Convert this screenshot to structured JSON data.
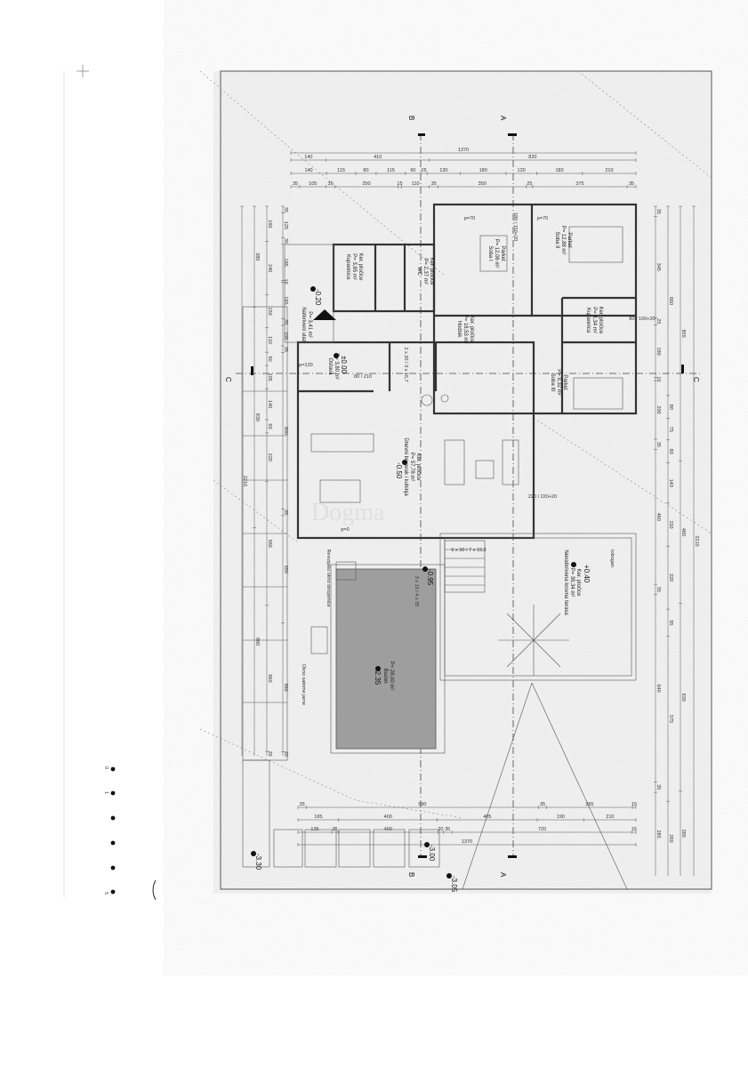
{
  "drawing": {
    "watermark": "Dogma",
    "section_marks": {
      "a": "A",
      "b": "B",
      "c": "C"
    },
    "scale_bar": [
      "0",
      "1",
      "5"
    ],
    "dims_top": [
      [
        "1370"
      ],
      [
        "140",
        "410",
        "820"
      ],
      [
        "140",
        "115",
        "80",
        "115",
        "60",
        "25",
        "130",
        "180",
        "120",
        "180",
        "210"
      ],
      [
        "35",
        "105",
        "35",
        "250",
        "15",
        "110",
        "35",
        "350",
        "25",
        "375",
        "35"
      ]
    ],
    "dims_top_values": [
      [
        1370
      ],
      [
        140,
        410,
        820
      ],
      [
        140,
        115,
        80,
        115,
        60,
        25,
        130,
        180,
        120,
        180,
        210
      ],
      [
        35,
        105,
        35,
        250,
        15,
        110,
        35,
        350,
        25,
        375,
        35
      ]
    ],
    "dims_bottom": [
      [
        "35",
        "990",
        "35",
        "365",
        "15"
      ],
      [
        "165",
        "400",
        "405",
        "190",
        "210"
      ],
      [
        "135",
        "25",
        "400",
        "20",
        "35",
        "720",
        "15"
      ],
      [
        "1370"
      ]
    ],
    "dims_bottom_values": [
      [
        35,
        990,
        35,
        365,
        15
      ],
      [
        165,
        400,
        405,
        190,
        210
      ],
      [
        135,
        25,
        400,
        20,
        35,
        720,
        15
      ],
      [
        1370
      ]
    ],
    "dims_left": [
      [
        "2210"
      ],
      [
        "380",
        "830",
        "860"
      ],
      [
        "160",
        "240",
        "150",
        "110",
        "60",
        "105",
        "140",
        "60",
        "220",
        "560",
        "660",
        "20"
      ],
      [
        "35",
        "125",
        "35",
        "185",
        "10",
        "185",
        "35",
        "105",
        "35",
        "800",
        "35",
        "550",
        "660",
        "20"
      ]
    ],
    "dims_left_values": [
      [
        2210
      ],
      [
        380,
        830,
        860
      ],
      [
        160,
        240,
        150,
        110,
        60,
        105,
        140,
        60,
        220,
        560,
        660,
        20
      ],
      [
        35,
        125,
        35,
        185,
        10,
        185,
        35,
        105,
        35,
        800,
        35,
        550,
        660,
        20
      ]
    ],
    "dims_right": [
      [
        "35",
        "345",
        "25",
        "180",
        "10",
        "200",
        "35",
        "460",
        "35",
        "640",
        "35",
        "285"
      ],
      [
        "660",
        "80",
        "75",
        "80",
        "140",
        "150",
        "220",
        "95",
        "575",
        "260"
      ],
      [
        "855",
        "480",
        "630",
        "285"
      ],
      [
        "2210"
      ]
    ],
    "dims_right_values": [
      [
        35,
        345,
        25,
        180,
        10,
        200,
        35,
        460,
        35,
        640,
        35,
        285
      ],
      [
        660,
        80,
        75,
        80,
        140,
        150,
        220,
        95,
        575,
        260
      ],
      [
        855,
        480,
        630,
        285
      ],
      [
        2210
      ]
    ],
    "rooms": [
      {
        "name": "Soba I",
        "area": "P= 12,06 m²",
        "floor": "Parket"
      },
      {
        "name": "Soba II",
        "area": "P= 12,88 m²",
        "floor": "Parket"
      },
      {
        "name": "Soba III",
        "area": "P= 9,32 m²",
        "floor": "Parket"
      },
      {
        "name": "Kupaonica",
        "area": "P= 4,34 m²",
        "floor": "Ker. pločice"
      },
      {
        "name": "WC",
        "area": "P= 2,37 m²",
        "floor": "Ker. pločice"
      },
      {
        "name": "Kupaonica",
        "area": "P= 3,85 m²",
        "floor": "Ker. pločice"
      },
      {
        "name": "Hodnik",
        "area": "P= 18,53 m²",
        "floor": "Ker. pločice"
      },
      {
        "name": "Ostava",
        "area": "P= 3,80 m²",
        "floor": ""
      },
      {
        "name": "Natkriveni ulaz",
        "area": "P= 3,41 m²",
        "floor": ""
      },
      {
        "name": "Dnevni boravak i kuhinja",
        "area": "P= 57,78 m²",
        "floor": "Ker. pločice"
      },
      {
        "name": "Nenatkrivena krovna terasa",
        "area": "P= 39,34 m²",
        "floor": "Ker. pločice"
      },
      {
        "name": "Bazen",
        "area": "P= 28,00 m²",
        "floor": ""
      }
    ],
    "notes": {
      "revision": "Revizijsko okno strojarnice",
      "septic": "Okno sabirne jame",
      "stairs1": "2 x 30 / 3 x 16,7",
      "stairs2": "6 x 30 / 7 x 19,3",
      "stairs3": "3 x 15 / 4 x 35",
      "tobogan": "tobogan",
      "p70a": "p=70",
      "p70b": "p=70",
      "p0": "p=0",
      "p120": "p=120",
      "win1": "180 / 150+20",
      "win2": "220 / 220+20",
      "win3": "80 / 100+20",
      "door1": "80 / 210"
    },
    "levels": [
      "-0.20",
      "±0.00",
      "-0.50",
      "-0.95",
      "+0.40",
      "-2.35",
      "-3.30",
      "-3.00",
      "-3.05"
    ]
  }
}
